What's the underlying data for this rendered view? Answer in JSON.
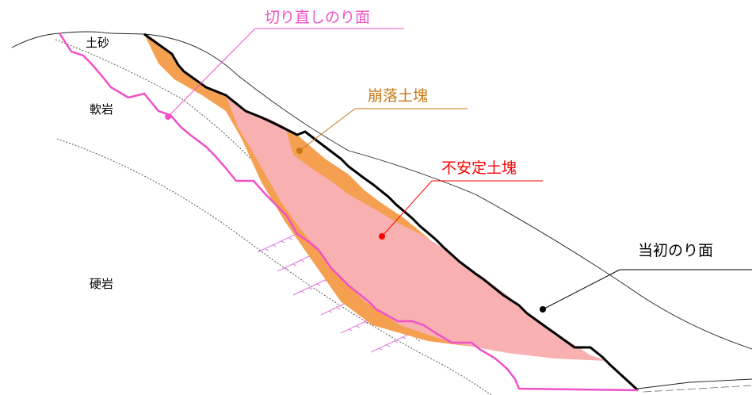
{
  "layers": {
    "soil": "土砂",
    "soft_rock": "軟岩",
    "hard_rock": "硬岩"
  },
  "callouts": {
    "recut_slope": "切り直しのり面",
    "collapsed_mass": "崩落土塊",
    "unstable_mass": "不安定土塊",
    "original_slope": "当初のり面"
  },
  "colors": {
    "recut_slope": "#f050c8",
    "collapsed_mass": "#c87814",
    "unstable_mass": "#ff0000",
    "collapsed_fill": "#f5a050",
    "unstable_fill": "#f8b0b0",
    "original_slope": "#000000"
  }
}
